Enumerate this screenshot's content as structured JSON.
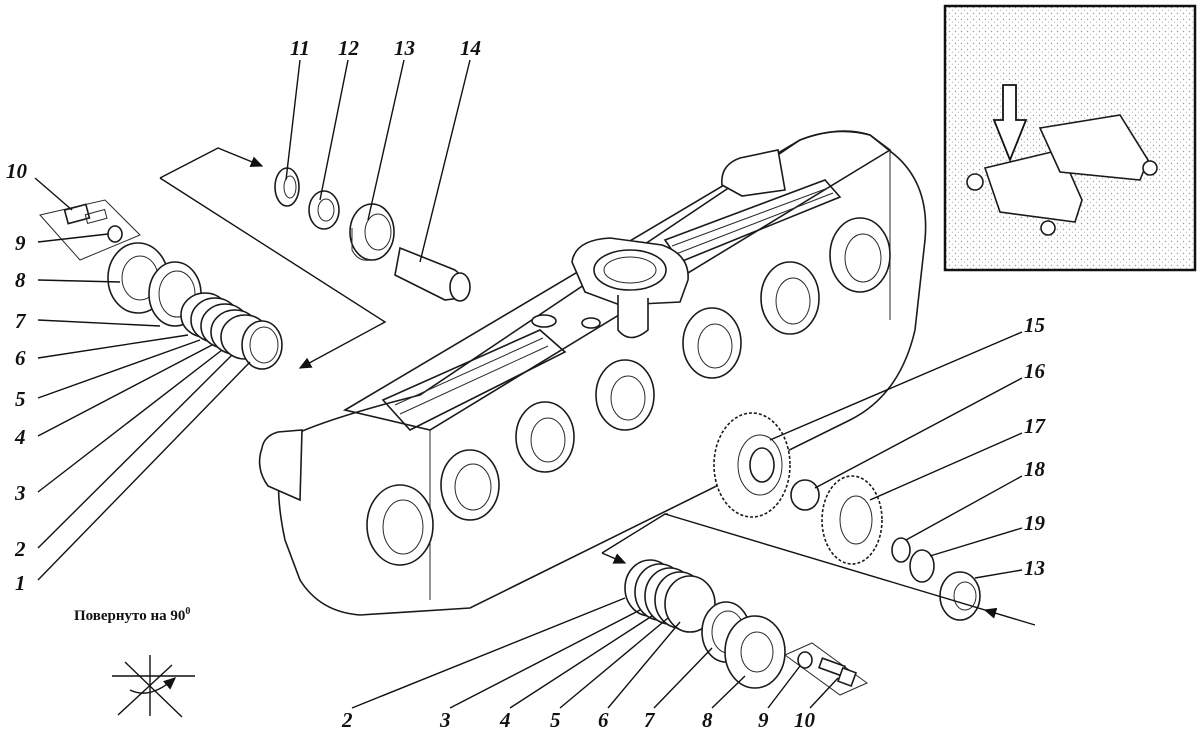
{
  "diagram": {
    "note_text": "Повернуто на 90",
    "note_degree": "0",
    "callouts_left": [
      "10",
      "9",
      "8",
      "7",
      "6",
      "5",
      "4",
      "3",
      "2",
      "1"
    ],
    "callouts_top": [
      "11",
      "12",
      "13",
      "14"
    ],
    "callouts_right": [
      "15",
      "16",
      "17",
      "18",
      "19",
      "13"
    ],
    "callouts_bottom": [
      "2",
      "3",
      "4",
      "5",
      "6",
      "7",
      "8",
      "9",
      "10"
    ]
  },
  "colors": {
    "ink": "#1a1a1a",
    "paper": "#ffffff",
    "stipple": "#9a9a9a"
  }
}
